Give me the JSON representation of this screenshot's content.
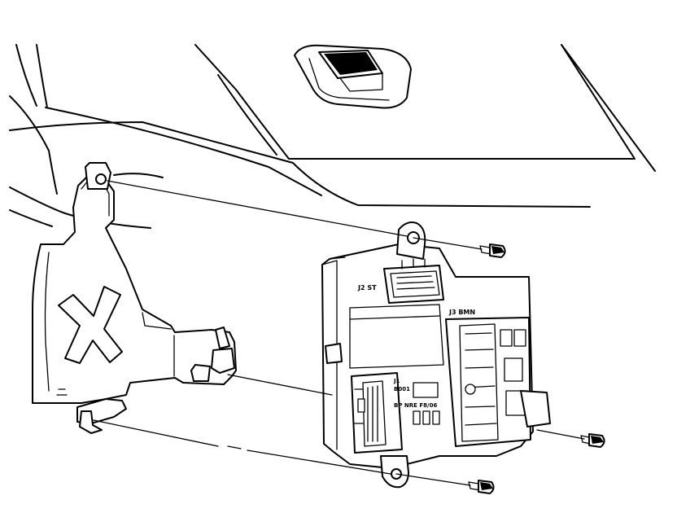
{
  "labels": {
    "connector_j2": "J2 ST",
    "connector_j3": "J3 BMN",
    "connector_j1": "J1",
    "connector_j1_code": "B001",
    "module_code": "BP NRE F8/06"
  }
}
